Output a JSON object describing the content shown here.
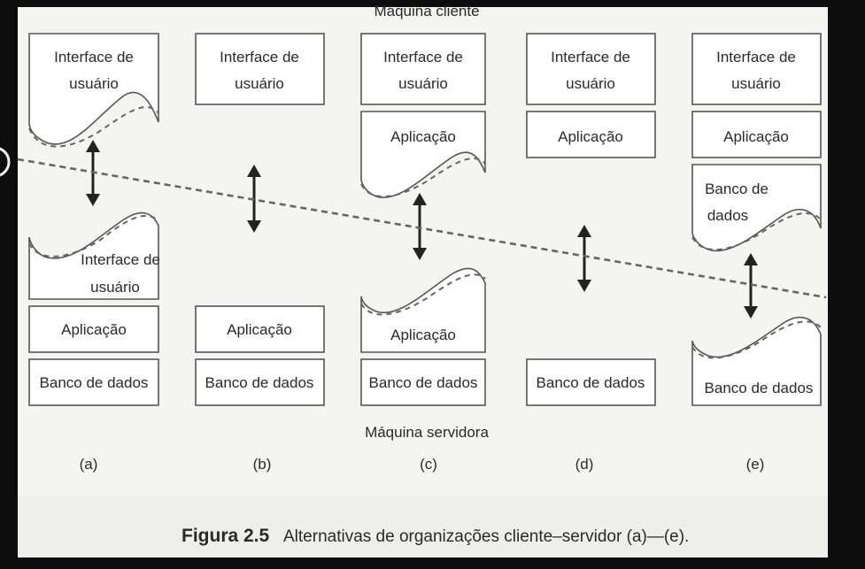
{
  "labels": {
    "top": "Máquina cliente",
    "bottom": "Máquina servidora",
    "ui": "Interface de usuário",
    "ui_line1": "Interface de",
    "ui_line2": "usuário",
    "app": "Aplicação",
    "db": "Banco de dados",
    "db_line1": "Banco de",
    "db_line2": "dados"
  },
  "columns": [
    "(a)",
    "(b)",
    "(c)",
    "(d)",
    "(e)"
  ],
  "caption": {
    "figure": "Figura 2.5",
    "text": "Alternativas de organizações cliente–servidor (a)—(e)."
  }
}
